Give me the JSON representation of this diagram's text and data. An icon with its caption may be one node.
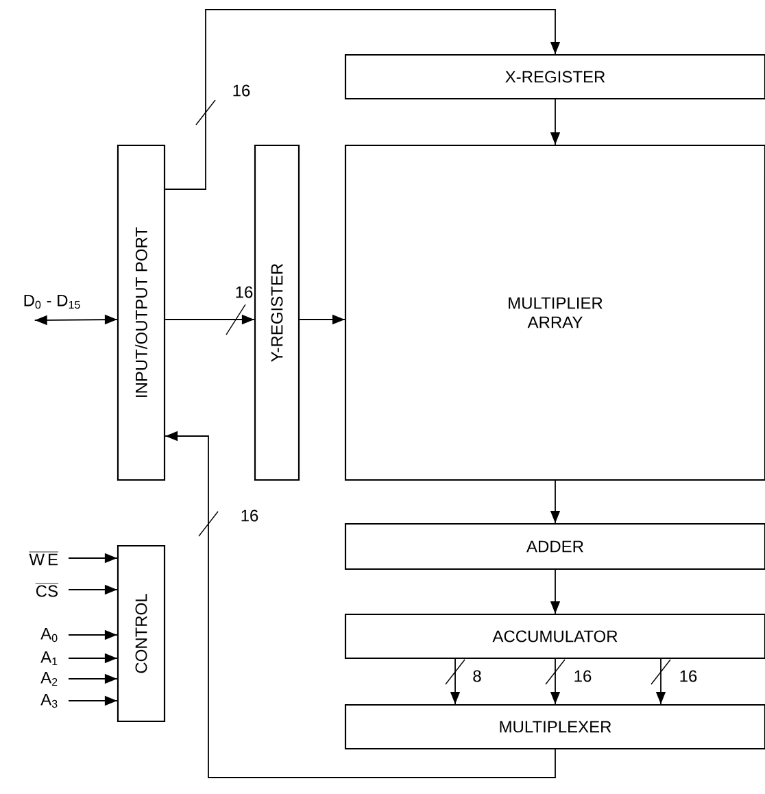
{
  "diagram": {
    "nodes": [
      {
        "text": [
          "X-REGISTER"
        ]
      },
      {
        "text": [
          "INPUT/OUTPUT PORT"
        ]
      },
      {
        "text": [
          "Y-REGISTER"
        ]
      },
      {
        "text": [
          "MULTIPLIER ARRAY"
        ]
      },
      {
        "text": [
          "ADDER"
        ]
      },
      {
        "text": [
          "ACCUMULATOR"
        ]
      },
      {
        "text": [
          "MULTIPLEXER"
        ]
      },
      {
        "text": [
          "CONTROL"
        ]
      },
      {
        "text": [
          "D$_{0}$ - D$_{15}$"
        ]
      },
      {
        "text": [
          "\\overline{\\mathrm{W\\,E}}"
        ]
      },
      {
        "text": [
          "\\overline{\\mathrm{CS}}"
        ]
      },
      {
        "text": [
          "A$_{0}$"
        ]
      },
      {
        "text": [
          "A$_{1}$"
        ]
      },
      {
        "text": [
          "A$_{2}$"
        ]
      },
      {
        "text": [
          "A$_{3}$"
        ]
      }
    ],
    "edges": [
      {
        "from": 1,
        "to": 0,
        "arrow": "to",
        "label": "16"
      },
      {
        "from": 1,
        "to": 2,
        "arrow": "to",
        "label": "16"
      },
      {
        "from": 2,
        "to": 3,
        "arrow": "to"
      },
      {
        "from": 0,
        "to": 3,
        "arrow": "to"
      },
      {
        "from": 3,
        "to": 4,
        "arrow": "to"
      },
      {
        "from": 4,
        "to": 5,
        "arrow": "to"
      },
      {
        "from": 5,
        "to": 6,
        "arrow": "to",
        "label": "8"
      },
      {
        "from": 5,
        "to": 6,
        "arrow": "to",
        "label": "16"
      },
      {
        "from": 5,
        "to": 6,
        "arrow": "to",
        "label": "16"
      },
      {
        "from": 6,
        "to": 1,
        "arrow": "to",
        "label": "16"
      },
      {
        "from": 8,
        "to": 1,
        "arrow": "both"
      },
      {
        "from": 9,
        "to": 7,
        "arrow": "to"
      },
      {
        "from": 10,
        "to": 7,
        "arrow": "to"
      },
      {
        "from": 11,
        "to": 7,
        "arrow": "to"
      },
      {
        "from": 12,
        "to": 7,
        "arrow": "to"
      },
      {
        "from": 13,
        "to": 7,
        "arrow": "to"
      },
      {
        "from": 14,
        "to": 7,
        "arrow": "to"
      }
    ]
  }
}
